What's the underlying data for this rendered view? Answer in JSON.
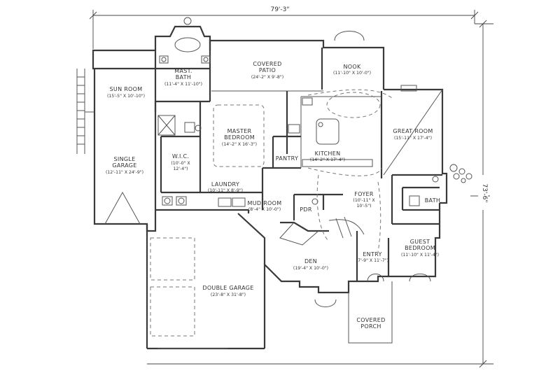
{
  "plan": {
    "overall_width": "79'-3\"",
    "overall_depth": "73'-6\"",
    "rooms": [
      {
        "id": "sun-room",
        "name": "SUN ROOM",
        "dims": "(15'-5\" X 10'-10\")"
      },
      {
        "id": "mast-bath",
        "name": "MAST.",
        "name2": "BATH",
        "dims": "(11'-4\" X 11'-10\")"
      },
      {
        "id": "covered-patio",
        "name": "COVERED",
        "name2": "PATIO",
        "dims": "(24'-2\" X 9'-8\")"
      },
      {
        "id": "nook",
        "name": "NOOK",
        "dims": "(11'-10\" X 10'-0\")"
      },
      {
        "id": "master-bedroom",
        "name": "MASTER",
        "name2": "BEDROOM",
        "dims": "(14'-2\" X 16'-3\")"
      },
      {
        "id": "great-room",
        "name": "GREAT ROOM",
        "dims": "(15'-11\" X 17'-4\")"
      },
      {
        "id": "single-garage",
        "name": "SINGLE",
        "name2": "GARAGE",
        "dims": "(12'-11\" X 24'-9\")"
      },
      {
        "id": "wic",
        "name": "W.I.C.",
        "dims": "(10'-0\" X",
        "dims2": "12'-4\")"
      },
      {
        "id": "pantry",
        "name": "PANTRY"
      },
      {
        "id": "kitchen",
        "name": "KITCHEN",
        "dims": "(14'-2\" X 17'-4\")"
      },
      {
        "id": "laundry",
        "name": "LAUNDRY",
        "dims": "(10'-11\" X 8'-9\")"
      },
      {
        "id": "mud-room",
        "name": "MUD ROOM",
        "dims": "(8'-4\" X 10'-0\")"
      },
      {
        "id": "pdr",
        "name": "PDR"
      },
      {
        "id": "foyer",
        "name": "FOYER",
        "dims": "(10'-11\" X",
        "dims2": "10'-5\")"
      },
      {
        "id": "bath",
        "name": "BATH"
      },
      {
        "id": "guest-bedroom",
        "name": "GUEST",
        "name2": "BEDROOM",
        "dims": "(11'-10\" X 11'-4\")"
      },
      {
        "id": "entry",
        "name": "ENTRY",
        "dims": "(7'-9\" X 11'-7\")"
      },
      {
        "id": "den",
        "name": "DEN",
        "dims": "(19'-4\" X 10'-0\")"
      },
      {
        "id": "double-garage",
        "name": "DOUBLE GARAGE",
        "dims": "(23'-8\" X 31'-8\")"
      },
      {
        "id": "covered-porch",
        "name": "COVERED",
        "name2": "PORCH"
      }
    ]
  }
}
